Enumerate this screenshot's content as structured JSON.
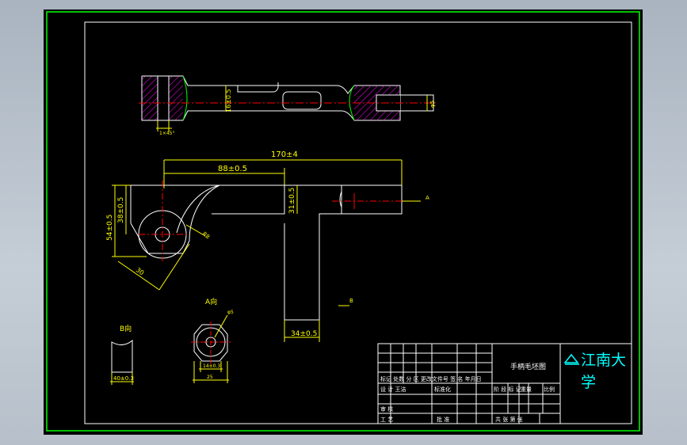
{
  "dimensions": {
    "length_total": "170±4",
    "length_mid": "88±0.5",
    "height_54": "54±0.5",
    "height_38": "38±0.5",
    "height_31": "31±0.5",
    "width_34": "34±0.5",
    "width_16": "16±0.5",
    "width_40": "40±0.3",
    "diag_30": "30",
    "radius_r8": "R8",
    "width_14": "14±0.3",
    "width_25": "25",
    "dia_phi": "φ5"
  },
  "view_labels": {
    "view_a": "A向",
    "view_b": "B向",
    "marker_a": "A",
    "marker_b": "B",
    "small_tag": "1×45°"
  },
  "title_block": {
    "part_name": "手柄毛坯图",
    "row_mark": "标记 处数 分 区 更改文件号 签 名 年月日",
    "designer": "设 计 王洁",
    "standardize": "标准化",
    "stage_mark": "阶 段 标 记",
    "weight": "重量",
    "scale": "比例",
    "review": "审 核",
    "process": "工 艺",
    "approve": "批 准",
    "sheets": "共 张 第 张",
    "university_line1": "江南大",
    "university_line2": "学"
  },
  "colors": {
    "background": "#000000",
    "frame": "#00ff00",
    "geometry": "#ffffff",
    "dimension": "#ffff00",
    "centerline": "#ff0000",
    "hatch": "#ff00ff",
    "title_text": "#00ffff"
  }
}
